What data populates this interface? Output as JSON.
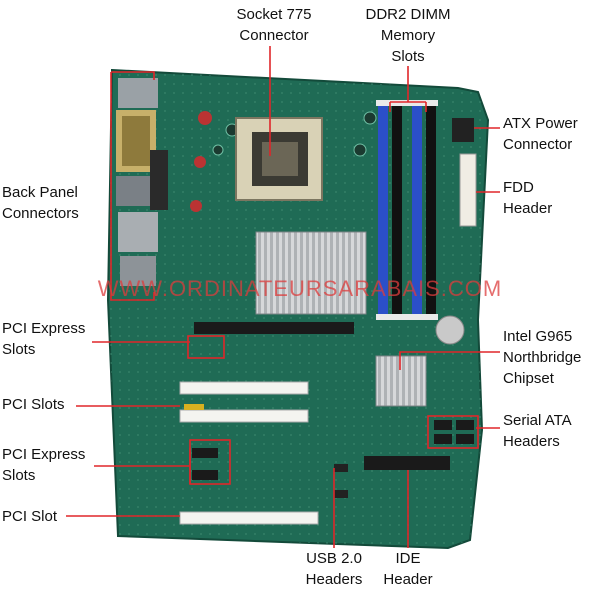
{
  "labels": {
    "socket": "Socket 775\nConnector",
    "dimm": "DDR2 DIMM\nMemory\nSlots",
    "atx": "ATX Power\nConnector",
    "fdd": "FDD\nHeader",
    "back_panel": "Back Panel\nConnectors",
    "pcie_top": "PCI Express\nSlots",
    "pci_slots": "PCI Slots",
    "pcie_bottom": "PCI Express\nSlots",
    "pci_slot": "PCI Slot",
    "northbridge": "Intel G965\nNorthbridge\nChipset",
    "sata": "Serial ATA\nHeaders",
    "usb": "USB 2.0\nHeaders",
    "ide": "IDE\nHeader"
  },
  "watermark": "WWW.ORDINATEURSARABAIS.COM",
  "colors": {
    "board": "#1f6b55",
    "board_dark": "#134a3a",
    "leader": "#e0262a",
    "dimm_blue": "#2b4fc9",
    "dimm_black": "#111111",
    "slot_white": "#f4f4f0",
    "slot_black": "#1a1a1a",
    "heatsink": "#c9cccf",
    "socket": "#d9d2b6"
  }
}
